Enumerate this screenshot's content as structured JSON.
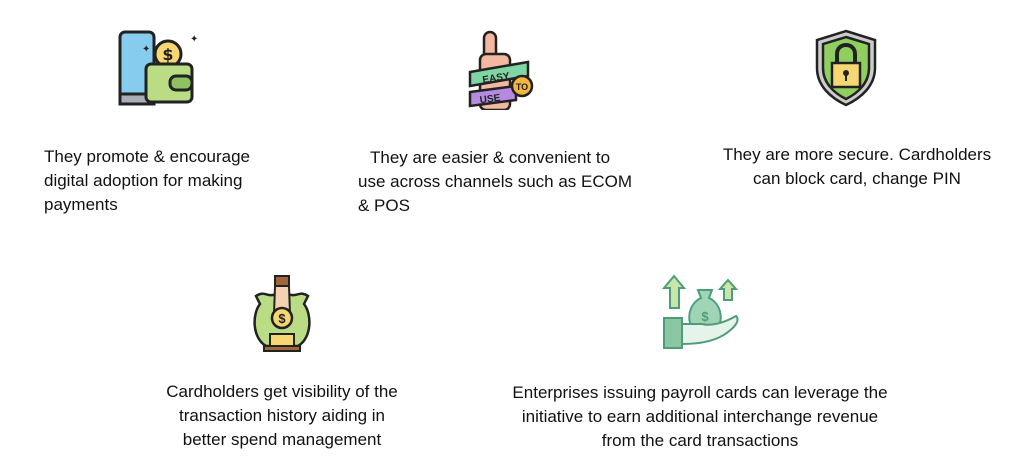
{
  "benefits": [
    {
      "icon": "phone-wallet-icon",
      "lines": [
        "They promote & encourage",
        "digital adoption for making",
        "payments"
      ]
    },
    {
      "icon": "thumbs-up-easy-to-use-icon",
      "badge": {
        "top": "EASY",
        "to": "TO",
        "bottom": "USE"
      },
      "lines": [
        "They are easier & convenient to",
        "use across channels such as ECOM",
        "& POS"
      ]
    },
    {
      "icon": "shield-lock-icon",
      "lines": [
        "They are more secure. Cardholders",
        "can block card, change PIN"
      ]
    },
    {
      "icon": "money-bag-icon",
      "lines": [
        "Cardholders get visibility of the",
        "transaction history aiding in",
        "better spend management"
      ]
    },
    {
      "icon": "hand-money-growth-icon",
      "lines": [
        "Enterprises issuing payroll cards can leverage the",
        "initiative to earn additional interchange revenue",
        "from the card transactions"
      ]
    }
  ],
  "colors": {
    "green": "#b9dc85",
    "teal": "#7fbf9c",
    "yellow": "#f7d774",
    "blue": "#86ccef"
  }
}
